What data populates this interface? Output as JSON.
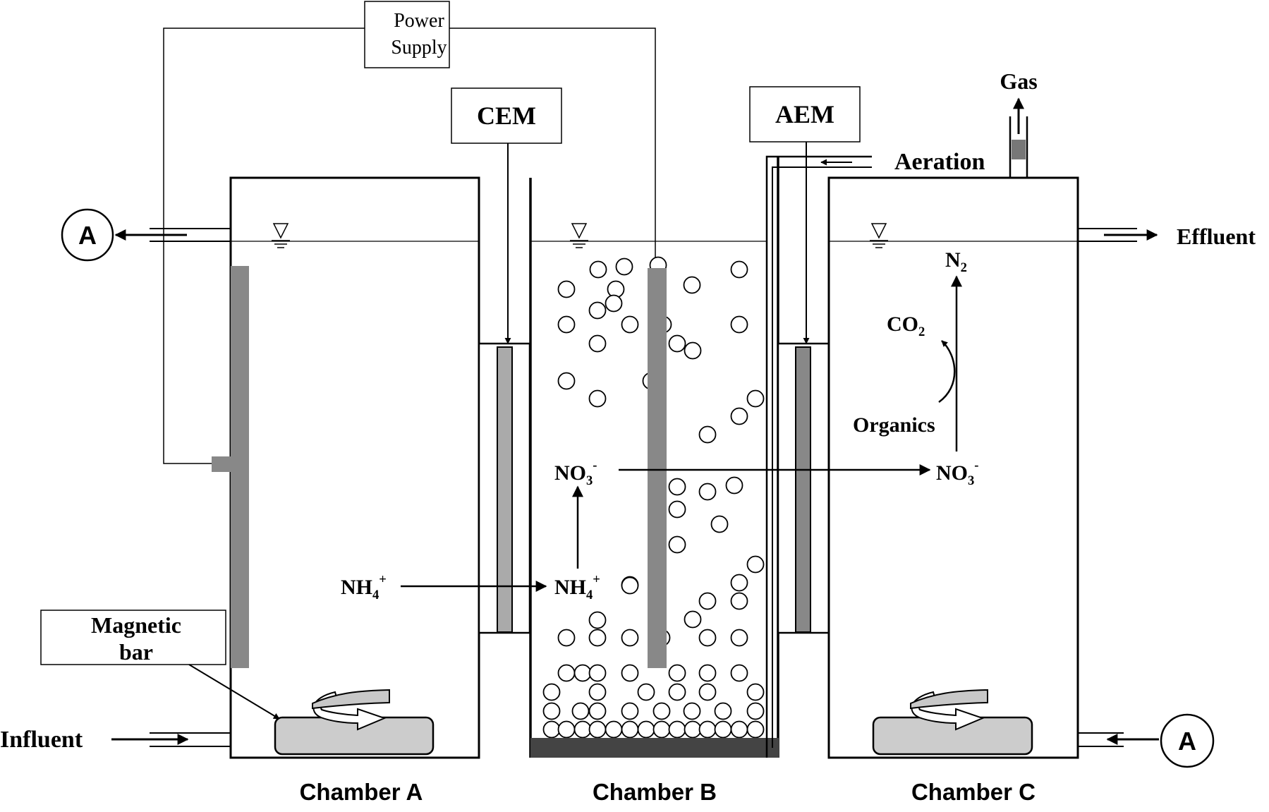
{
  "labels": {
    "power_supply_line1": "Power",
    "power_supply_line2": "Supply",
    "cem": "CEM",
    "aem": "AEM",
    "gas": "Gas",
    "aeration": "Aeration",
    "effluent": "Effluent",
    "influent": "Influent",
    "magnetic_bar_line1": "Magnetic",
    "magnetic_bar_line2": "bar",
    "ammeter_left": "A",
    "ammeter_right": "A",
    "chamber_a": "Chamber A",
    "chamber_b": "Chamber B",
    "chamber_c": "Chamber C",
    "organics": "Organics"
  },
  "species": {
    "nh4_chamber_a": {
      "base": "NH",
      "sub": "4",
      "sup": "+"
    },
    "nh4_chamber_b": {
      "base": "NH",
      "sub": "4",
      "sup": "+"
    },
    "no3_chamber_b": {
      "base": "NO",
      "sub": "3",
      "sup": "-"
    },
    "no3_chamber_c": {
      "base": "NO",
      "sub": "3",
      "sup": "-"
    },
    "n2": {
      "base": "N",
      "sub": "2",
      "sup": ""
    },
    "co2": {
      "base": "CO",
      "sub": "2",
      "sup": ""
    }
  },
  "colors": {
    "line": "#000000",
    "electrode": "#888888",
    "membrane": "#aaaaaa",
    "magnetic_bar": "#cccccc",
    "bed": "#444444"
  }
}
